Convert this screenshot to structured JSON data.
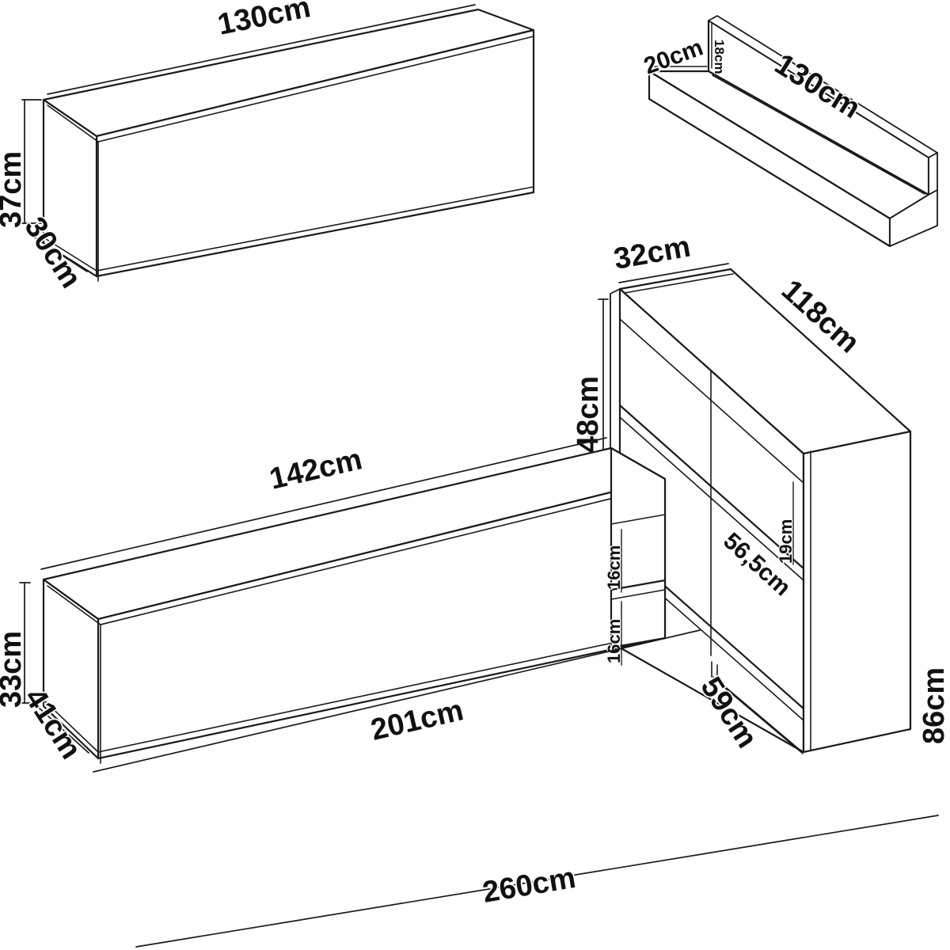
{
  "diagram": {
    "title": "Furniture set technical dimension drawing",
    "units": "cm",
    "line_color": "#1a1a1a",
    "background_color": "#ffffff"
  },
  "labels": {
    "wall_cabinet_width": "130cm",
    "wall_cabinet_height": "37cm",
    "wall_cabinet_depth": "30cm",
    "wall_shelf_length": "130cm",
    "wall_shelf_depth": "20cm",
    "wall_shelf_lip_height": "18cm",
    "tall_cabinet_depth": "32cm",
    "tall_cabinet_width": "118cm",
    "tall_cabinet_upper_height": "48cm",
    "tall_cabinet_total_height": "86cm",
    "tall_cabinet_base_depth": "59cm",
    "tall_cabinet_shelf_height": "19cm",
    "tall_cabinet_inner_width": "56,5cm",
    "tv_unit_top_width": "142cm",
    "tv_unit_height": "33cm",
    "tv_unit_depth": "41cm",
    "tv_unit_base_width": "201cm",
    "overall_width": "260cm",
    "tv_niche_upper": "16cm",
    "tv_niche_lower": "16cm"
  },
  "chart_data": {
    "type": "diagram",
    "title": "Living room furniture set — isometric dimension drawing",
    "units": "cm",
    "pieces": [
      {
        "name": "wall-cabinet",
        "position": "top-left",
        "dimensions": {
          "width": 130,
          "height": 37,
          "depth": 30
        }
      },
      {
        "name": "wall-shelf",
        "position": "top-right",
        "dimensions": {
          "length": 130,
          "depth": 20,
          "lip_height": 18
        }
      },
      {
        "name": "tall-cabinet",
        "position": "right",
        "dimensions": {
          "width": 118,
          "depth": 32,
          "total_height": 86,
          "upper_section_height": 48,
          "base_depth": 59,
          "shelf_height": 19,
          "inner_width": 56.5
        }
      },
      {
        "name": "tv-unit",
        "position": "bottom-left",
        "dimensions": {
          "top_width": 142,
          "base_width": 201,
          "height": 33,
          "depth": 41,
          "niche_upper": 16,
          "niche_lower": 16
        }
      }
    ],
    "overall": {
      "total_width": 260
    }
  }
}
